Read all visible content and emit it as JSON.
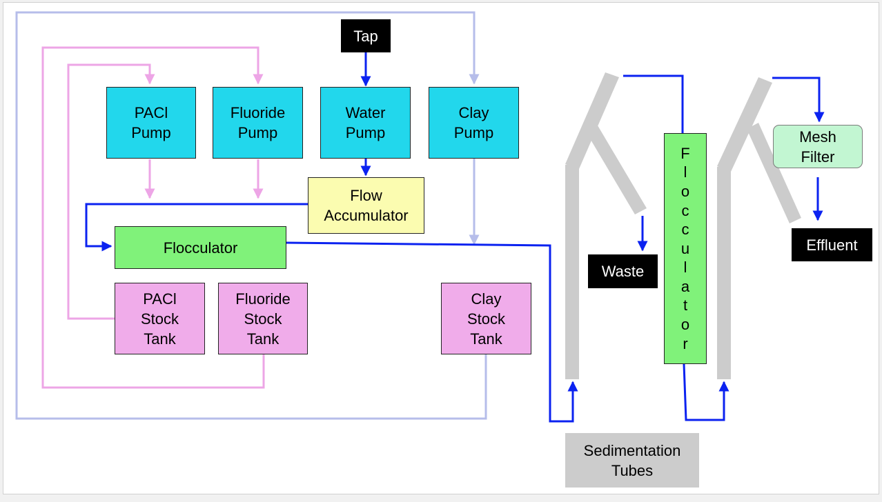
{
  "labels": {
    "tap": "Tap",
    "pacl_pump": "PACl\nPump",
    "fluoride_pump": "Fluoride\nPump",
    "water_pump": "Water\nPump",
    "clay_pump": "Clay\nPump",
    "flow_accumulator": "Flow\nAccumulator",
    "flocculator": "Flocculator",
    "pacl_tank": "PACl\nStock\nTank",
    "fluoride_tank": "Fluoride\nStock\nTank",
    "clay_tank": "Clay\nStock\nTank",
    "waste": "Waste",
    "vertical_flocculator": [
      "F",
      "l",
      "o",
      "c",
      "c",
      "u",
      "l",
      "a",
      "t",
      "o",
      "r"
    ],
    "mesh_filter": "Mesh\nFilter",
    "effluent": "Effluent",
    "sedimentation_tubes": "Sedimentation\nTubes"
  },
  "colors": {
    "water_line": "#0b22f0",
    "chemical_line": "#eda5e6",
    "clay_line": "#b6bdea",
    "tube": "#cccccc",
    "pump": "#22d7ec",
    "tank": "#f0acea",
    "flocculator": "#80f27a",
    "accumulator": "#fbfcb0",
    "mesh_filter": "#c2f6d2"
  }
}
